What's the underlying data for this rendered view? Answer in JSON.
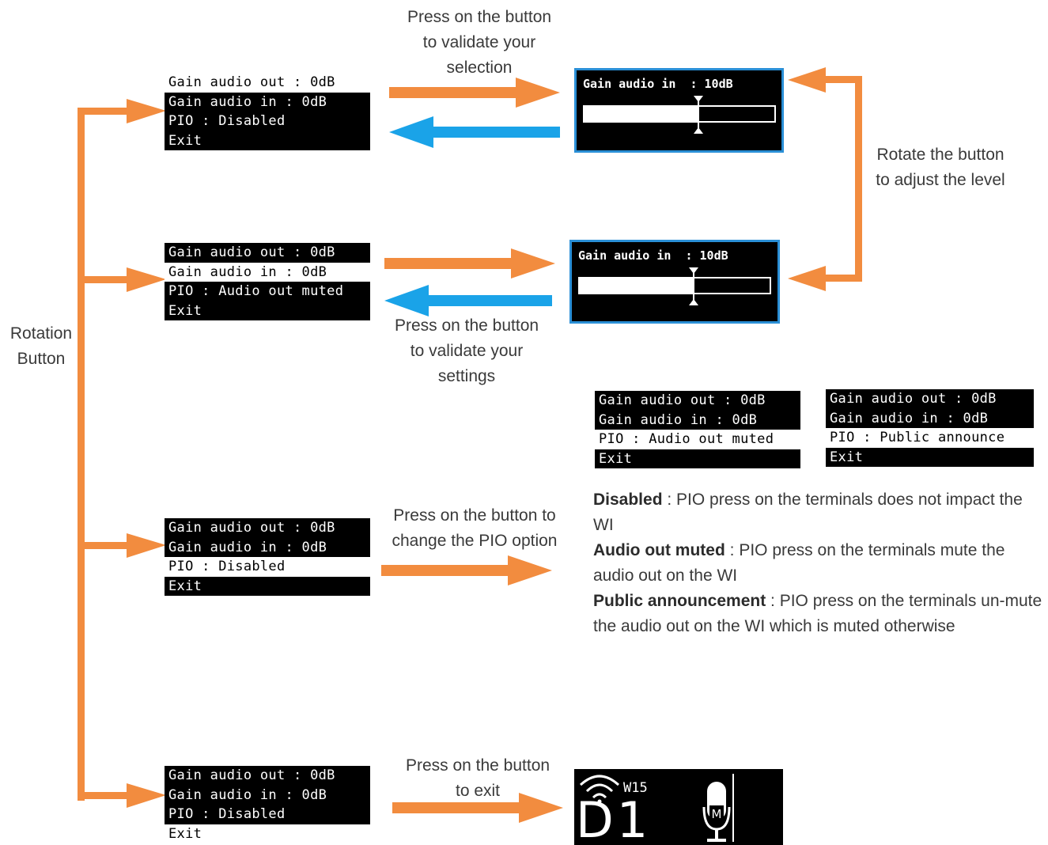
{
  "menus": [
    {
      "rows": [
        "Gain audio out : 0dB",
        "Gain audio in  : 0dB",
        "PIO : Disabled",
        "Exit"
      ],
      "selected": 0
    },
    {
      "rows": [
        "Gain audio out : 0dB",
        "Gain audio in  : 0dB",
        "PIO : Audio out muted",
        "Exit"
      ],
      "selected": 1
    },
    {
      "rows": [
        "Gain audio out : 0dB",
        "Gain audio in  : 0dB",
        "PIO : Disabled",
        "Exit"
      ],
      "selected": 2
    },
    {
      "rows": [
        "Gain audio out : 0dB",
        "Gain audio in  : 0dB",
        "PIO : Disabled",
        "Exit"
      ],
      "selected": 3
    },
    {
      "rows": [
        "Gain audio out : 0dB",
        "Gain audio in  : 0dB",
        "PIO : Audio out muted",
        "Exit"
      ],
      "selected": 2
    },
    {
      "rows": [
        "Gain audio out : 0dB",
        "Gain audio in  : 0dB",
        "PIO : Public announce",
        "Exit"
      ],
      "selected": 2
    }
  ],
  "gain_screens": [
    {
      "title": "Gain audio in  : 10dB",
      "level": 0.6
    },
    {
      "title": "Gain audio in  : 10dB",
      "level": 0.6
    }
  ],
  "captions": {
    "validate_selection": [
      "Press on the button",
      "to validate your",
      "selection"
    ],
    "rotate": [
      "Rotate the button",
      "to adjust the level"
    ],
    "validate_settings": [
      "Press on the button",
      "to validate your",
      "settings"
    ],
    "change_pio": [
      "Press on the button to",
      "change the PIO option"
    ],
    "exit": [
      "Press on the button",
      "to exit"
    ],
    "rotation_button": [
      "Rotation",
      "Button"
    ]
  },
  "descriptions": [
    {
      "term": "Disabled",
      "text": " : PIO press on the terminals does not impact the WI"
    },
    {
      "term": "Audio out muted",
      "text": " : PIO press on the terminals mute the audio out on the WI"
    },
    {
      "term": "Public announcement",
      "text": " : PIO press on the terminals un-mute the audio out on the WI which is muted otherwise"
    }
  ],
  "home_screen": {
    "network": "W15",
    "channel": "D1",
    "mic_letter": "M"
  },
  "colors": {
    "orange_arrow": "#f28c3f",
    "blue_arrow": "#1aa3e8",
    "screen_border": "#2a8fd6"
  }
}
